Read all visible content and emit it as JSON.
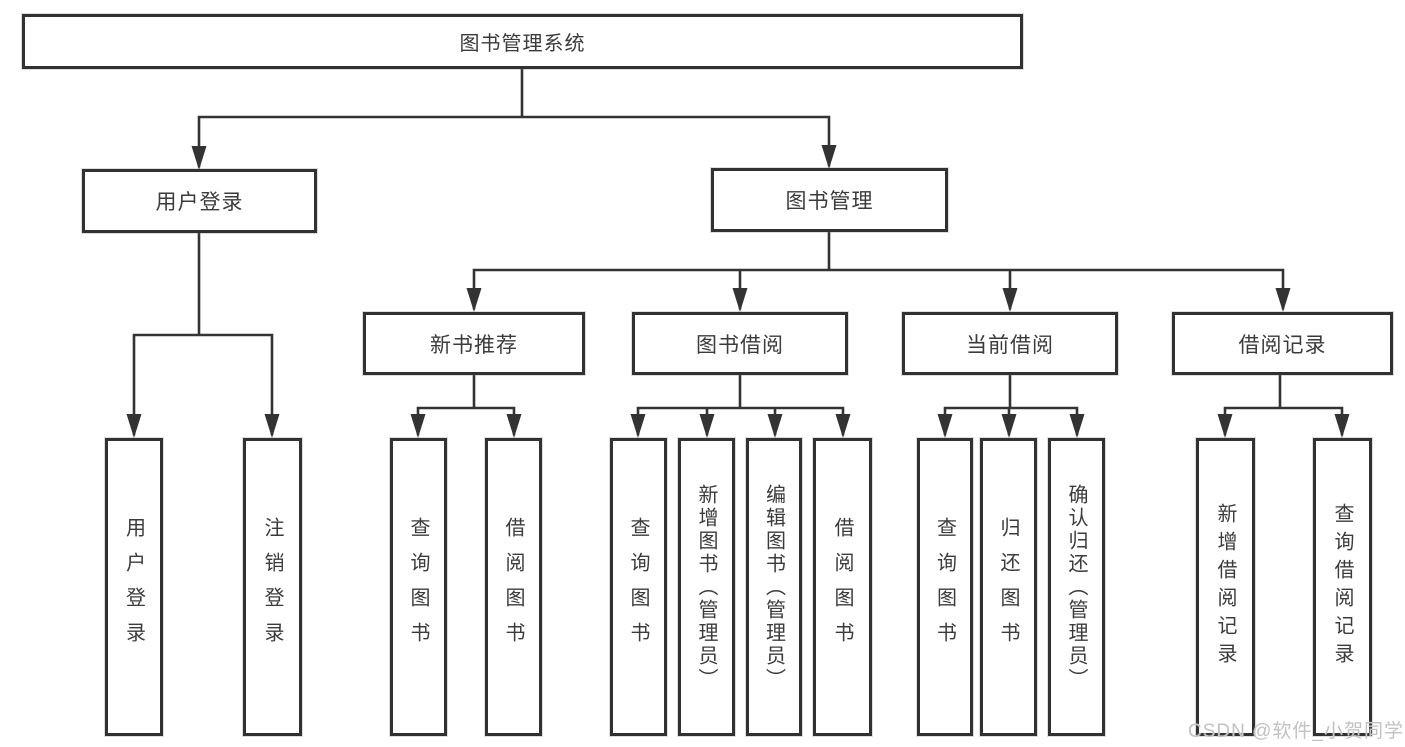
{
  "watermark": "CSDN @软件_小贺同学",
  "colors": {
    "line": "#333333",
    "box_border": "#313131",
    "text": "#3b3b3b",
    "watermark": "#c2c2c2",
    "background": "#ffffff"
  },
  "tree": {
    "root": "图书管理系统",
    "children": [
      {
        "label": "用户登录",
        "children": [
          {
            "label": "用户登录"
          },
          {
            "label": "注销登录"
          }
        ]
      },
      {
        "label": "图书管理",
        "children": [
          {
            "label": "新书推荐",
            "children": [
              {
                "label": "查询图书"
              },
              {
                "label": "借阅图书"
              }
            ]
          },
          {
            "label": "图书借阅",
            "children": [
              {
                "label": "查询图书"
              },
              {
                "label": "新增图书（管理员）"
              },
              {
                "label": "编辑图书（管理员）"
              },
              {
                "label": "借阅图书"
              }
            ]
          },
          {
            "label": "当前借阅",
            "children": [
              {
                "label": "查询图书"
              },
              {
                "label": "归还图书"
              },
              {
                "label": "确认归还（管理员）"
              }
            ]
          },
          {
            "label": "借阅记录",
            "children": [
              {
                "label": "新增借阅记录"
              },
              {
                "label": "查询借阅记录"
              }
            ]
          }
        ]
      }
    ]
  }
}
